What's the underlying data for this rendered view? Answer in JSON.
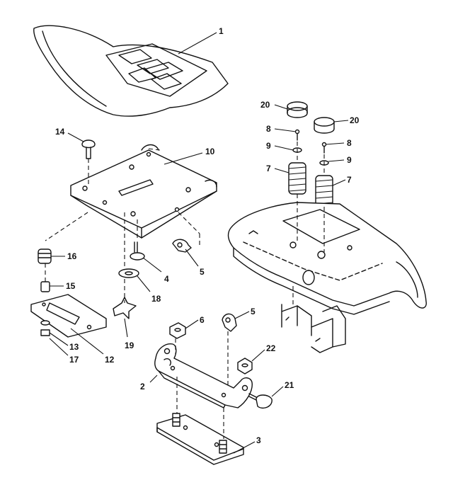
{
  "callouts": {
    "c1": "1",
    "c2": "2",
    "c3": "3",
    "c4": "4",
    "c5a": "5",
    "c5b": "5",
    "c6": "6",
    "c7a": "7",
    "c7b": "7",
    "c8a": "8",
    "c8b": "8",
    "c9a": "9",
    "c9b": "9",
    "c10": "10",
    "c12": "12",
    "c13": "13",
    "c14": "14",
    "c15": "15",
    "c16": "16",
    "c17": "17",
    "c18": "18",
    "c19": "19",
    "c20a": "20",
    "c20b": "20",
    "c21": "21",
    "c22": "22"
  },
  "colors": {
    "line": "#111111",
    "background": "#ffffff"
  }
}
